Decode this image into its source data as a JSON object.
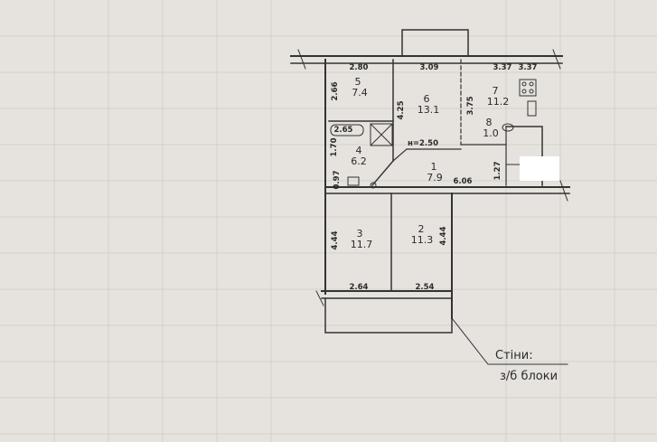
{
  "rooms": [
    {
      "number": "5",
      "area": "7.4"
    },
    {
      "number": "6",
      "area": "13.1"
    },
    {
      "number": "7",
      "area": "11.2"
    },
    {
      "number": "8",
      "area": "1.0"
    },
    {
      "number": "4",
      "area": "6.2"
    },
    {
      "number": "1",
      "area": "7.9"
    },
    {
      "number": "3",
      "area": "11.7"
    },
    {
      "number": "2",
      "area": "11.3"
    }
  ],
  "dimensions": {
    "d_280": "2.80",
    "d_309": "3.09",
    "d_337a": "3.37",
    "d_337b": "3.37",
    "d_266": "2.66",
    "d_425": "4.25",
    "d_375": "3.75",
    "d_265": "2.65",
    "d_170": "1.70",
    "d_097": "0.97",
    "d_127": "1.27",
    "d_606": "6.06",
    "d_444a": "4.44",
    "d_444b": "4.44",
    "d_264": "2.64",
    "d_254": "2.54"
  },
  "ceiling_height": "н=2.50",
  "legend": {
    "line1": "Стіни:",
    "line2": "з/б блоки"
  }
}
